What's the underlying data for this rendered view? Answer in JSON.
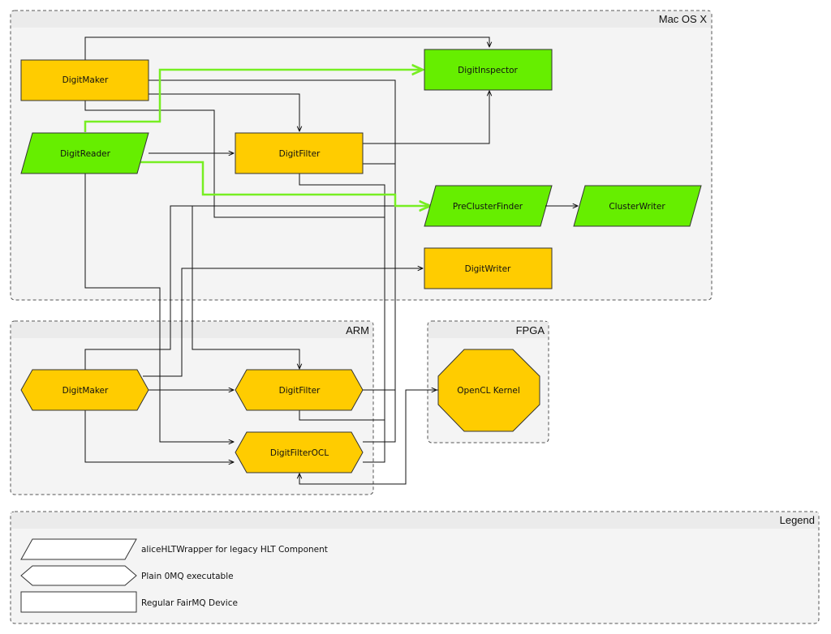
{
  "colors": {
    "fairmq_device": "#ffcc00",
    "hlt_wrapper": "#66ee00",
    "highlight_connection": "#77ee22",
    "group_background": "#f4f4f4"
  },
  "groups": {
    "macosx": "Mac OS X",
    "arm": "ARM",
    "fpga": "FPGA",
    "legend": "Legend"
  },
  "nodes": {
    "mac_digit_maker": "DigitMaker",
    "mac_digit_reader": "DigitReader",
    "mac_digit_filter": "DigitFilter",
    "digit_inspector": "DigitInspector",
    "pre_cluster_finder": "PreClusterFinder",
    "cluster_writer": "ClusterWriter",
    "digit_writer": "DigitWriter",
    "arm_digit_maker": "DigitMaker",
    "arm_digit_filter": "DigitFilter",
    "arm_digit_filter_ocl": "DigitFilterOCL",
    "opencl_kernel": "OpenCL Kernel"
  },
  "legend": {
    "hlt_wrapper": "aliceHLTWrapper for legacy HLT Component",
    "zmq_executable": "Plain 0MQ executable",
    "fairmq_device": "Regular FairMQ Device"
  }
}
